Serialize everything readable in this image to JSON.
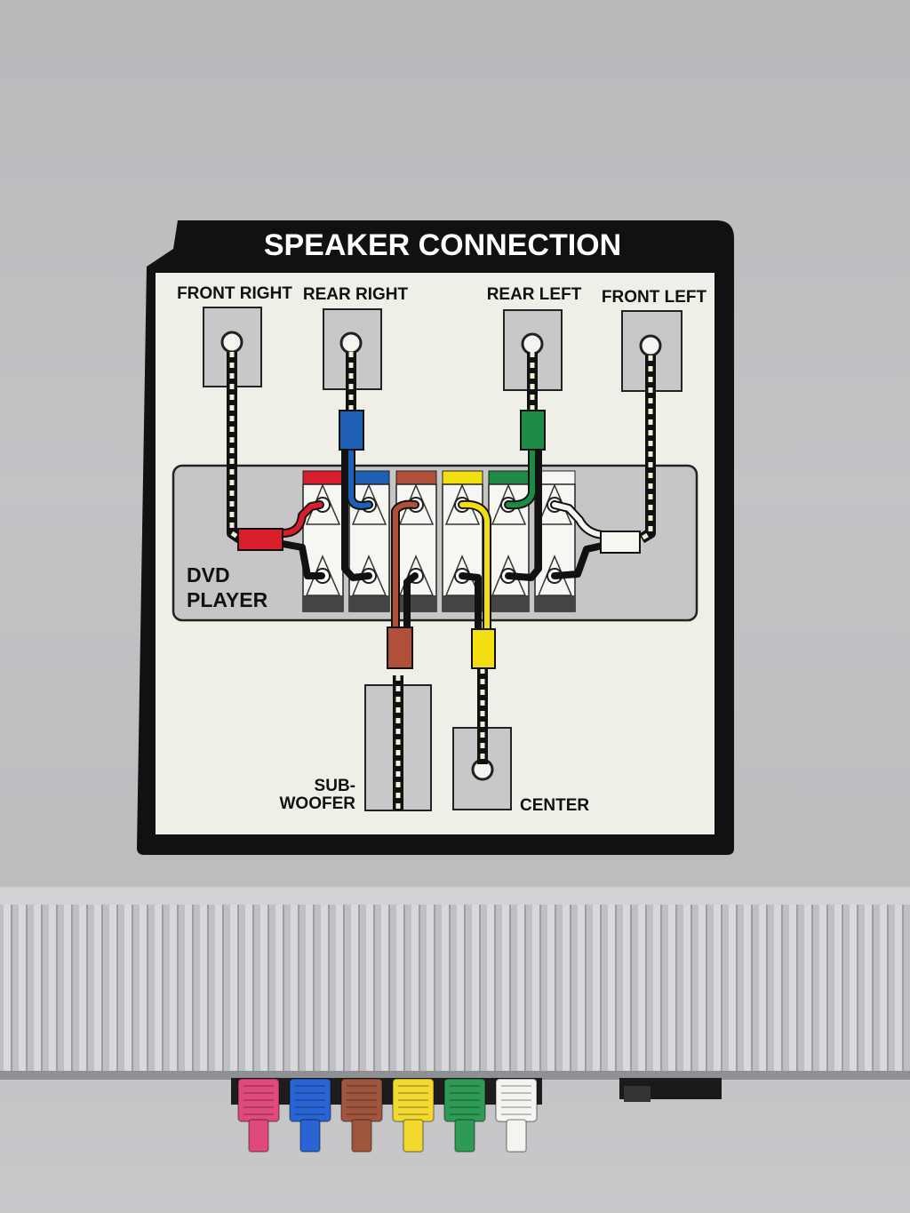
{
  "sticker": {
    "title": "SPEAKER CONNECTION",
    "device_label_line1": "DVD",
    "device_label_line2": "PLAYER"
  },
  "speakers": {
    "front_right": "FRONT RIGHT",
    "rear_right": "REAR RIGHT",
    "rear_left": "REAR LEFT",
    "front_left": "FRONT LEFT",
    "subwoofer_line1": "SUB-",
    "subwoofer_line2": "WOOFER",
    "center": "CENTER"
  },
  "channel_colors": {
    "front_right": "#d81e2a",
    "rear_right": "#1f5fb5",
    "subwoofer": "#b0503a",
    "center": "#f3de12",
    "rear_left": "#1d8a45",
    "front_left": "#f7f7f2"
  },
  "connector_plug_colors": [
    "#e04a7a",
    "#2a63d4",
    "#a0563e",
    "#f2d930",
    "#2e9a55",
    "#f4f4f1"
  ]
}
